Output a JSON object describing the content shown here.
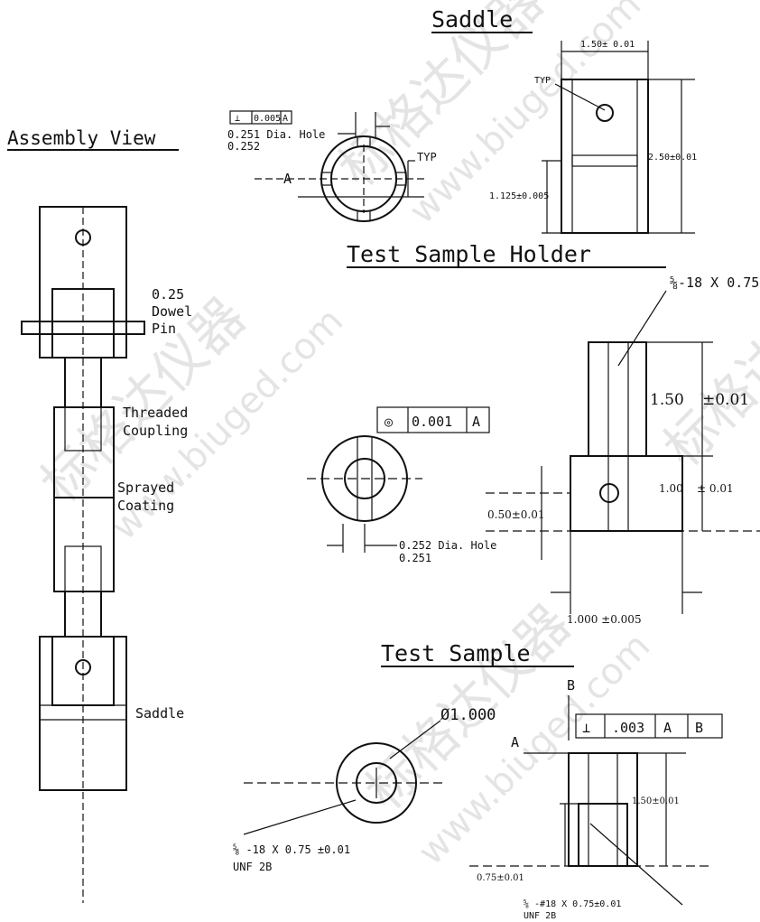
{
  "titles": {
    "saddle": "Saddle",
    "assembly_view": "Assembly View",
    "test_sample_holder": "Test Sample Holder",
    "test_sample": "Test Sample"
  },
  "assembly": {
    "dowel_pin": [
      "0.25",
      "Dowel",
      "Pin"
    ],
    "threaded_coupling": [
      "Threaded",
      "Coupling"
    ],
    "sprayed_coating": [
      "Sprayed",
      "Coating"
    ],
    "saddle": "Saddle"
  },
  "saddle": {
    "gdt_symbol": "⊥",
    "gdt_value": "0.005",
    "gdt_datum": "A",
    "hole_label_1": "0.251 Dia. Hole",
    "hole_label_2": "0.252",
    "datum": "A",
    "typ_left": "TYP",
    "typ_top": "TYP",
    "dim_width": "1.50± 0.01",
    "dim_height": "2.50±0.01",
    "dim_lower": "1.125±0.005"
  },
  "holder": {
    "thread_label": "⅝-18 X 0.75",
    "gdt_symbol": "◎",
    "gdt_value": "0.001",
    "gdt_datum": "A",
    "dim_upper": "1.50",
    "dim_upper_tol": "±0.01",
    "dim_lower": "1.00",
    "dim_lower_tol": "± 0.01",
    "dim_hole_pos": "0.50±0.01",
    "hole_label_1": "0.252 Dia. Hole",
    "hole_label_2": "0.251",
    "dim_width": "1.000 ±0.005"
  },
  "sample": {
    "datum_b": "B",
    "datum_a": "A",
    "diameter": "Ø1.000",
    "gdt_symbol": "⊥",
    "gdt_value": ".003",
    "gdt_datum_1": "A",
    "gdt_datum_2": "B",
    "dim_height": "1.50±0.01",
    "dim_depth": "0.75±0.01",
    "thread_left_1": "⅝ -18 X 0.75 ±0.01",
    "thread_left_2": "UNF 2B",
    "thread_right_1": "⅝ -#18 X 0.75±0.01",
    "thread_right_2": "UNF 2B"
  },
  "watermark": [
    "标格达仪器",
    "www.biuged.com"
  ]
}
